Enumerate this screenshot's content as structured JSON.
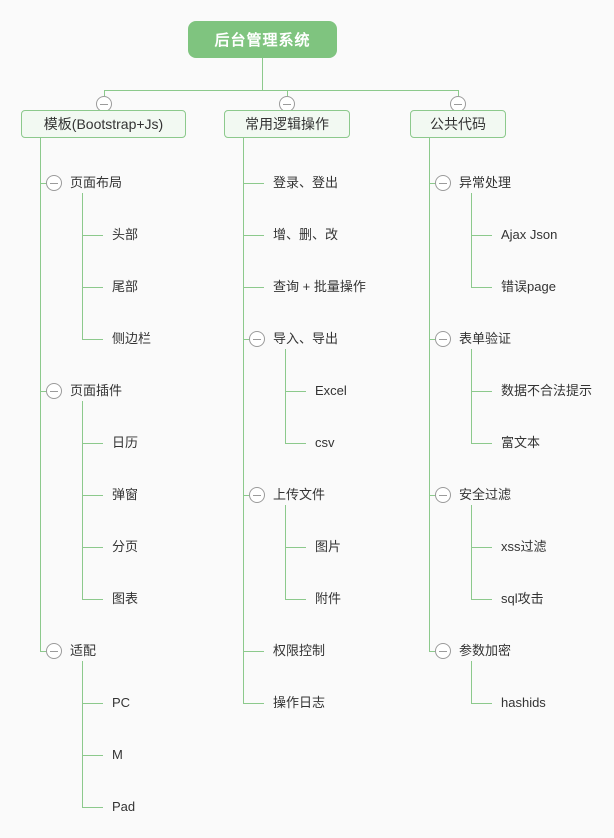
{
  "title": "后台管理系统",
  "theme": {
    "canvas_bg": "#fafafa",
    "line_color": "#8cc98c",
    "root_bg": "#7fc47f",
    "root_text": "#ffffff",
    "branch_bg": "#f2f9f2",
    "branch_border": "#8cc98c",
    "icon_color": "#9b9b9b",
    "text_color": "#333333"
  },
  "icons": {
    "collapse": "minus-circle-icon"
  },
  "branches": [
    {
      "label": "模板(Bootstrap+Js)",
      "children": [
        {
          "label": "页面布局",
          "children": [
            {
              "label": "头部"
            },
            {
              "label": "尾部"
            },
            {
              "label": "侧边栏"
            }
          ]
        },
        {
          "label": "页面插件",
          "children": [
            {
              "label": "日历"
            },
            {
              "label": "弹窗"
            },
            {
              "label": "分页"
            },
            {
              "label": "图表"
            }
          ]
        },
        {
          "label": "适配",
          "children": [
            {
              "label": "PC"
            },
            {
              "label": "M"
            },
            {
              "label": "Pad"
            }
          ]
        }
      ]
    },
    {
      "label": "常用逻辑操作",
      "children": [
        {
          "label": "登录、登出"
        },
        {
          "label": "增、删、改"
        },
        {
          "label": "查询 + 批量操作"
        },
        {
          "label": "导入、导出",
          "children": [
            {
              "label": "Excel"
            },
            {
              "label": "csv"
            }
          ]
        },
        {
          "label": "上传文件",
          "children": [
            {
              "label": "图片"
            },
            {
              "label": "附件"
            }
          ]
        },
        {
          "label": "权限控制"
        },
        {
          "label": "操作日志"
        }
      ]
    },
    {
      "label": "公共代码",
      "children": [
        {
          "label": "异常处理",
          "children": [
            {
              "label": "Ajax Json"
            },
            {
              "label": "错误page"
            }
          ]
        },
        {
          "label": "表单验证",
          "children": [
            {
              "label": "数据不合法提示"
            },
            {
              "label": "富文本"
            }
          ]
        },
        {
          "label": "安全过滤",
          "children": [
            {
              "label": "xss过滤"
            },
            {
              "label": "sql攻击"
            }
          ]
        },
        {
          "label": "参数加密",
          "children": [
            {
              "label": "hashids"
            }
          ]
        }
      ]
    }
  ]
}
